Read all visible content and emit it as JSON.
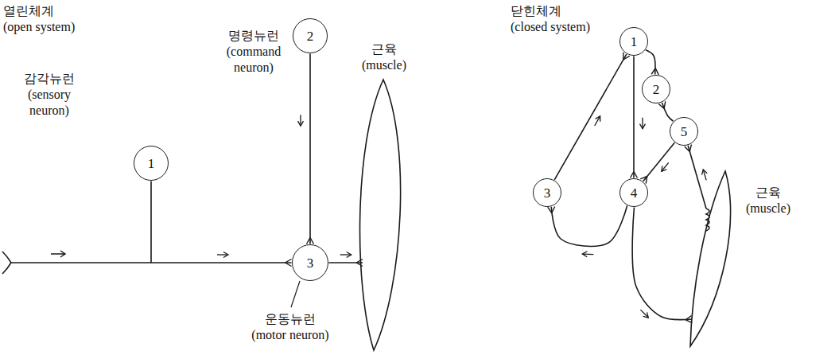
{
  "diagram": {
    "nodes": [
      {
        "text": [
          "1",
          "감각뉴런 (sensory neuron)"
        ]
      },
      {
        "text": [
          "2",
          "명령뉴런 (command neuron)"
        ]
      },
      {
        "text": [
          "3",
          "운동뉴런 (motor neuron)"
        ]
      },
      {
        "text": [
          "근육 (muscle)"
        ]
      },
      {
        "text": [
          "1"
        ]
      },
      {
        "text": [
          "2"
        ]
      },
      {
        "text": [
          "3"
        ]
      },
      {
        "text": [
          "4"
        ]
      },
      {
        "text": [
          "5"
        ]
      },
      {
        "text": [
          "근육 (muscle)"
        ]
      }
    ],
    "edges": [
      {
        "from": 0,
        "to": 2,
        "arrow": "to"
      },
      {
        "from": 1,
        "to": 2,
        "arrow": "to"
      },
      {
        "from": 2,
        "to": 3,
        "arrow": "to"
      },
      {
        "from": 4,
        "to": 7,
        "arrow": "to"
      },
      {
        "from": 4,
        "to": 5,
        "arrow": "to"
      },
      {
        "from": 8,
        "to": 5,
        "arrow": "to"
      },
      {
        "from": 8,
        "to": 7,
        "arrow": "to"
      },
      {
        "from": 9,
        "to": 8,
        "arrow": "to"
      },
      {
        "from": 7,
        "to": 9,
        "arrow": "to"
      },
      {
        "from": 7,
        "to": 6,
        "arrow": "to"
      },
      {
        "from": 6,
        "to": 4,
        "arrow": "to"
      }
    ],
    "labels": [
      "열린체계 (open system)",
      "닫힌체계 (closed system)"
    ]
  }
}
